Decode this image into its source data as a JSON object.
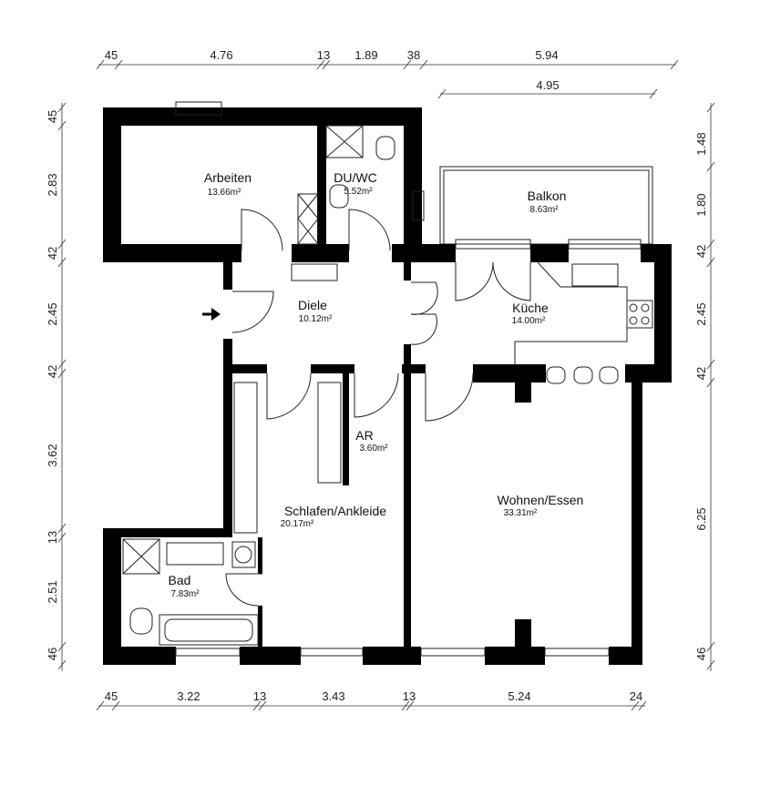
{
  "rooms": {
    "arbeiten": {
      "name": "Arbeiten",
      "area": "13.66m²"
    },
    "duwc": {
      "name": "DU/WC",
      "area": "5.52m²"
    },
    "balkon": {
      "name": "Balkon",
      "area": "8.63m²"
    },
    "diele": {
      "name": "Diele",
      "area": "10.12m²"
    },
    "kueche": {
      "name": "Küche",
      "area": "14.00m²"
    },
    "ar": {
      "name": "AR",
      "area": "3.60m²"
    },
    "schlafen": {
      "name": "Schlafen/Ankleide",
      "area": "20.17m²"
    },
    "wohnen": {
      "name": "Wohnen/Essen",
      "area": "33.31m²"
    },
    "bad": {
      "name": "Bad",
      "area": "7.83m²"
    }
  },
  "dimensions": {
    "top": [
      "45",
      "4.76",
      "13",
      "1.89",
      "38",
      "5.94"
    ],
    "top2": [
      "4.95"
    ],
    "bottom": [
      "45",
      "3.22",
      "13",
      "3.43",
      "13",
      "5.24",
      "24"
    ],
    "left": [
      "45",
      "2.83",
      "42",
      "2.45",
      "42",
      "3.62",
      "13",
      "2.51",
      "46"
    ],
    "right": [
      "1.48",
      "1.80",
      "42",
      "2.45",
      "42",
      "6.25",
      "46"
    ]
  }
}
